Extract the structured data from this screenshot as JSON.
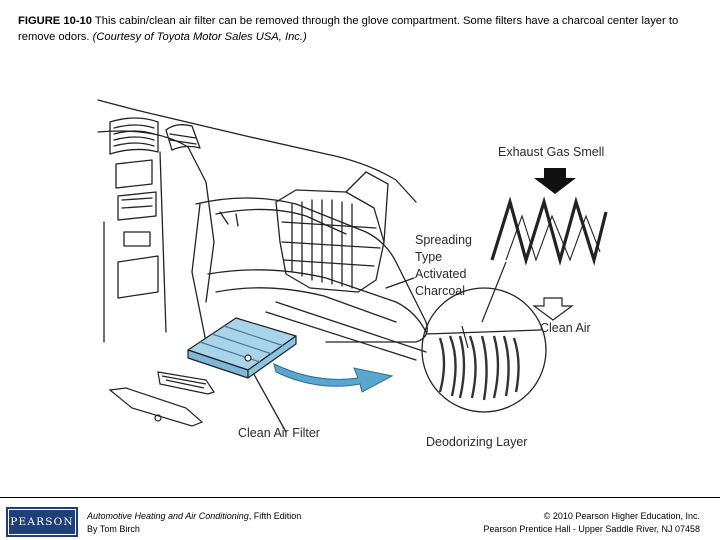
{
  "caption": {
    "figure_label": "FIGURE 10-10",
    "text": " This cabin/clean air filter can be removed through the glove compartment. Some filters have a charcoal center layer to remove odors. ",
    "credit": "(Courtesy of Toyota Motor Sales USA, Inc.)"
  },
  "figure": {
    "labels": {
      "exhaust_gas_smell": "Exhaust Gas Smell",
      "spreading": "Spreading",
      "type": "Type",
      "activated": "Activated",
      "charcoal": "Charcoal",
      "clean_air": "Clean Air",
      "clean_air_filter": "Clean Air Filter",
      "deodorizing_layer": "Deodorizing Layer"
    },
    "colors": {
      "filter_blue": "#a9d3e9",
      "arrow_blue": "#5aa6cf",
      "line": "#222222"
    }
  },
  "footer": {
    "logo": "PEARSON",
    "book_title": "Automotive Heating and Air Conditioning",
    "edition": ", Fifth Edition",
    "author": "By Tom Birch",
    "copyright": "© 2010 Pearson Higher Education, Inc.",
    "publisher": "Pearson Prentice Hall - Upper Saddle River, NJ 07458"
  }
}
